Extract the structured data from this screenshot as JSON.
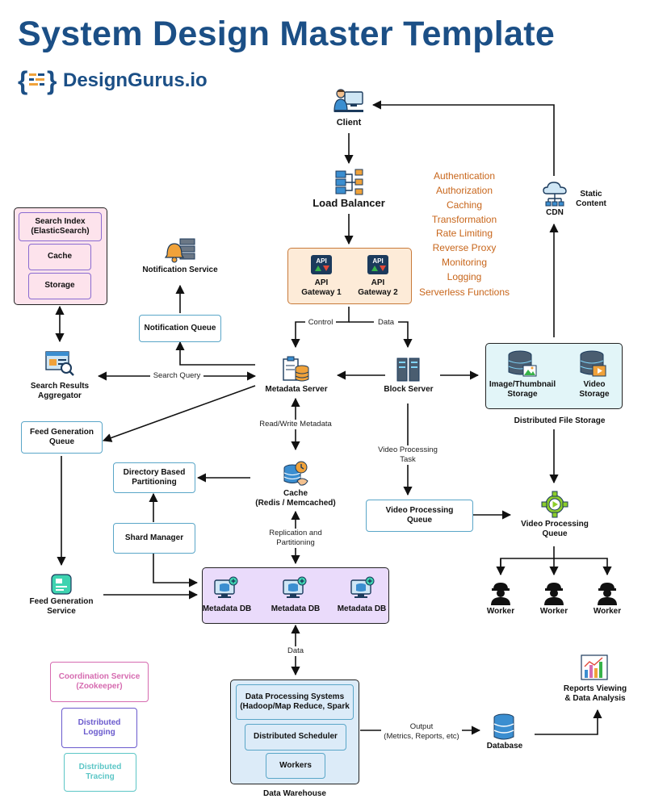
{
  "header": {
    "title": "System Design Master Template",
    "brand": "DesignGurus.io"
  },
  "client": {
    "label": "Client"
  },
  "load_balancer": {
    "label": "Load Balancer"
  },
  "gateway": {
    "api_1": "API",
    "api_2": "API",
    "gateway_1": "API\nGateway 1",
    "gateway_2": "API\nGateway 2"
  },
  "gateway_features": [
    "Authentication",
    "Authorization",
    "Caching",
    "Transformation",
    "Rate Limiting",
    "Reverse Proxy",
    "Monitoring",
    "Logging",
    "Serverless Functions"
  ],
  "cdn": {
    "label": "CDN",
    "static_content": "Static\nContent"
  },
  "search": {
    "index": "Search Index\n(ElasticSearch)",
    "cache": "Cache",
    "storage": "Storage",
    "aggregator": "Search Results\nAggregator"
  },
  "notification": {
    "service": "Notification Service",
    "queue": "Notification Queue"
  },
  "edges": {
    "control": "Control",
    "data": "Data",
    "search_query": "Search Query",
    "read_write_metadata": "Read/Write Metadata",
    "video_processing_task": "Video Processing\nTask",
    "replication": "Replication and\nPartitioning",
    "data_bottom": "Data",
    "output": "Output\n(Metrics, Reports, etc)"
  },
  "metadata_server": {
    "label": "Metadata Server"
  },
  "block_server": {
    "label": "Block Server"
  },
  "file_storage": {
    "image_storage": "Image/Thumbnail\nStorage",
    "video_storage": "Video\nStorage",
    "caption": "Distributed File Storage"
  },
  "feed": {
    "queue": "Feed Generation\nQueue",
    "service": "Feed Generation\nService"
  },
  "directory_partitioning": "Directory Based\nPartitioning",
  "shard_manager": "Shard Manager",
  "cache_service": {
    "label": "Cache\n(Redis / Memcached)"
  },
  "video_queue_box": "Video Processing\nQueue",
  "video_queue_node": "Video Processing\nQueue",
  "workers": [
    "Worker",
    "Worker",
    "Worker"
  ],
  "metadata_dbs": [
    "Metadata DB",
    "Metadata DB",
    "Metadata DB"
  ],
  "support_services": {
    "coordination": "Coordination Service\n(Zookeeper)",
    "logging": "Distributed\nLogging",
    "tracing": "Distributed\nTracing"
  },
  "warehouse": {
    "processing": "Data Processing Systems\n(Hadoop/Map Reduce, Spark",
    "scheduler": "Distributed Scheduler",
    "workers": "Workers",
    "caption": "Data Warehouse"
  },
  "database": {
    "label": "Database"
  },
  "reports": {
    "label": "Reports Viewing\n& Data Analysis"
  },
  "colors": {
    "title": "#1b4f86",
    "feature_text": "#c8661b",
    "gateway_fill": "#fdebd8",
    "gateway_border": "#c87a3a",
    "search_fill": "#fde3ec",
    "search_inner_border": "#8a6bd1",
    "storage_fill": "#e2f5f8",
    "metadb_fill": "#eadbfb",
    "warehouse_fill": "#dcebf8",
    "coordination_border": "#d66bb0",
    "logging_border": "#6a5acd",
    "tracing_border": "#5cc6c6"
  }
}
